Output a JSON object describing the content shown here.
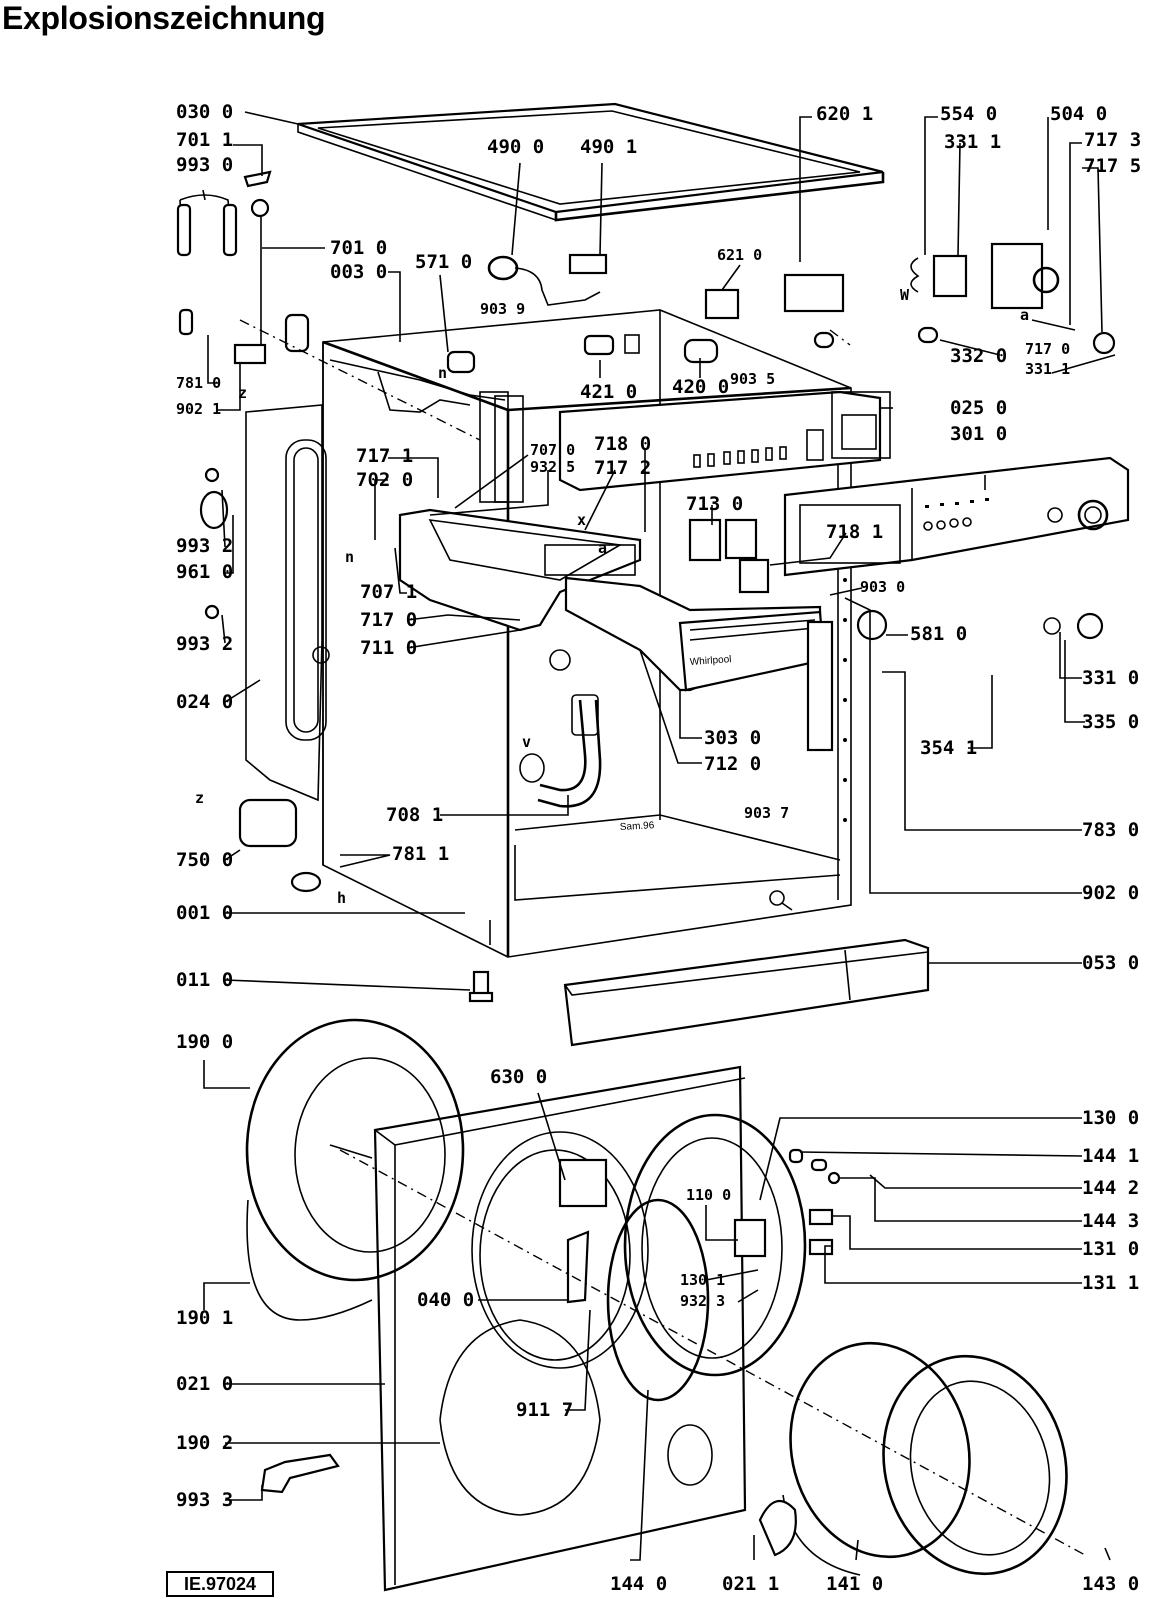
{
  "title": "Explosionszeichnung",
  "reference": "IE.97024",
  "drawing_marks": [
    "Whirlpool",
    "Sam.96",
    "W",
    "a",
    "n",
    "z",
    "x",
    "v",
    "h"
  ],
  "parts": [
    {
      "key": "p0300",
      "label": "030 0"
    },
    {
      "key": "p7011",
      "label": "701 1"
    },
    {
      "key": "p9930",
      "label": "993 0"
    },
    {
      "key": "p4900",
      "label": "490 0"
    },
    {
      "key": "p4901",
      "label": "490 1"
    },
    {
      "key": "p6201",
      "label": "620 1"
    },
    {
      "key": "p5540",
      "label": "554 0"
    },
    {
      "key": "p3311a",
      "label": "331 1"
    },
    {
      "key": "p5040",
      "label": "504 0"
    },
    {
      "key": "p7173",
      "label": "717 3"
    },
    {
      "key": "p7175",
      "label": "717 5"
    },
    {
      "key": "p7010",
      "label": "701 0"
    },
    {
      "key": "p0030",
      "label": "003 0"
    },
    {
      "key": "p5710",
      "label": "571 0"
    },
    {
      "key": "p6210",
      "label": "621 0"
    },
    {
      "key": "p9039",
      "label": "903 9"
    },
    {
      "key": "p3320",
      "label": "332 0"
    },
    {
      "key": "p7170a",
      "label": "717 0"
    },
    {
      "key": "p3311b",
      "label": "331 1"
    },
    {
      "key": "p7810",
      "label": "781 0"
    },
    {
      "key": "p9021",
      "label": "902 1"
    },
    {
      "key": "p4210",
      "label": "421 0"
    },
    {
      "key": "p4200",
      "label": "420 0"
    },
    {
      "key": "p9035",
      "label": "903 5"
    },
    {
      "key": "p0250",
      "label": "025 0"
    },
    {
      "key": "p3010",
      "label": "301 0"
    },
    {
      "key": "p7070",
      "label": "707 0"
    },
    {
      "key": "p9325",
      "label": "932 5"
    },
    {
      "key": "p7180",
      "label": "718 0"
    },
    {
      "key": "p7172",
      "label": "717 2"
    },
    {
      "key": "p7171",
      "label": "717 1"
    },
    {
      "key": "p7020",
      "label": "702 0"
    },
    {
      "key": "p9932a",
      "label": "993 2"
    },
    {
      "key": "p9610",
      "label": "961 0"
    },
    {
      "key": "p7130",
      "label": "713 0"
    },
    {
      "key": "p7181",
      "label": "718 1"
    },
    {
      "key": "p7071",
      "label": "707 1"
    },
    {
      "key": "p7170b",
      "label": "717 0"
    },
    {
      "key": "p7110",
      "label": "711 0"
    },
    {
      "key": "p9030",
      "label": "903 0"
    },
    {
      "key": "p5810",
      "label": "581 0"
    },
    {
      "key": "p9932b",
      "label": "993 2"
    },
    {
      "key": "p0240",
      "label": "024 0"
    },
    {
      "key": "p3310",
      "label": "331 0"
    },
    {
      "key": "p3350",
      "label": "335 0"
    },
    {
      "key": "p3030",
      "label": "303 0"
    },
    {
      "key": "p7120",
      "label": "712 0"
    },
    {
      "key": "p3541",
      "label": "354 1"
    },
    {
      "key": "p7081",
      "label": "708 1"
    },
    {
      "key": "p9037",
      "label": "903 7"
    },
    {
      "key": "p7830",
      "label": "783 0"
    },
    {
      "key": "p7500",
      "label": "750 0"
    },
    {
      "key": "p7811",
      "label": "781 1"
    },
    {
      "key": "p0010",
      "label": "001 0"
    },
    {
      "key": "p9020",
      "label": "902 0"
    },
    {
      "key": "p0110",
      "label": "011 0"
    },
    {
      "key": "p0530",
      "label": "053 0"
    },
    {
      "key": "p1900",
      "label": "190 0"
    },
    {
      "key": "p6300",
      "label": "630 0"
    },
    {
      "key": "p1300",
      "label": "130 0"
    },
    {
      "key": "p1441",
      "label": "144 1"
    },
    {
      "key": "p1442",
      "label": "144 2"
    },
    {
      "key": "p1100",
      "label": "110 0"
    },
    {
      "key": "p1443",
      "label": "144 3"
    },
    {
      "key": "p1310",
      "label": "131 0"
    },
    {
      "key": "p1311",
      "label": "131 1"
    },
    {
      "key": "p1301",
      "label": "130 1"
    },
    {
      "key": "p0400",
      "label": "040 0"
    },
    {
      "key": "p9323",
      "label": "932 3"
    },
    {
      "key": "p1901",
      "label": "190 1"
    },
    {
      "key": "p0210",
      "label": "021 0"
    },
    {
      "key": "p9117",
      "label": "911 7"
    },
    {
      "key": "p1902",
      "label": "190 2"
    },
    {
      "key": "p9933",
      "label": "993 3"
    },
    {
      "key": "p1440",
      "label": "144 0"
    },
    {
      "key": "p0211",
      "label": "021 1"
    },
    {
      "key": "p1410",
      "label": "141 0"
    },
    {
      "key": "p1430",
      "label": "143 0"
    }
  ]
}
